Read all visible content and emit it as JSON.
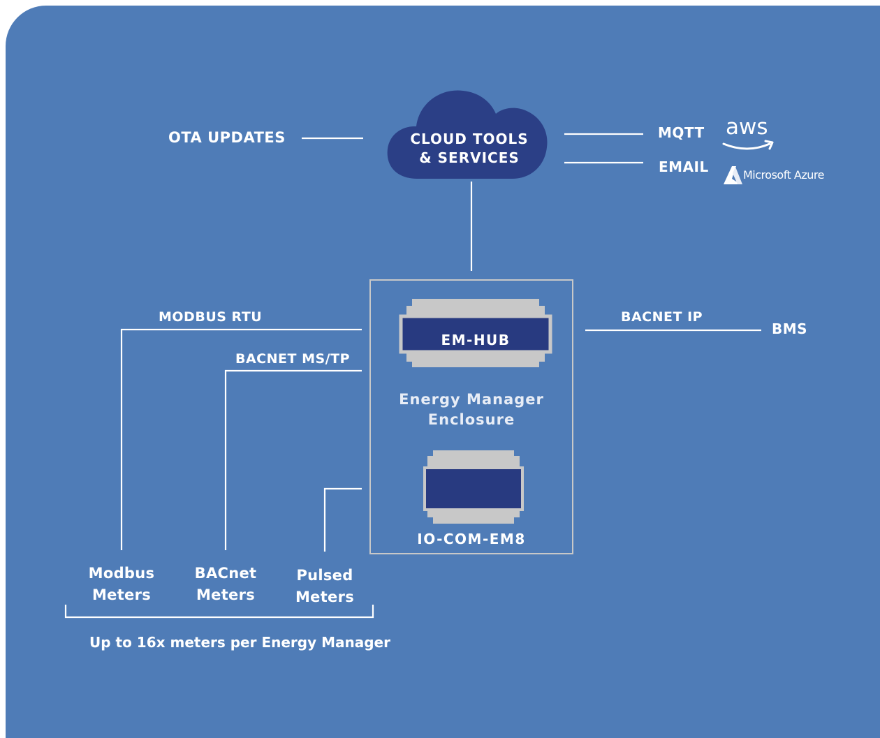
{
  "cloud": {
    "line1": "CLOUD TOOLS",
    "line2": "& SERVICES"
  },
  "labels": {
    "ota": "OTA UPDATES",
    "mqtt": "MQTT",
    "email": "EMAIL",
    "modbus_rtu": "MODBUS RTU",
    "bacnet_mstp": "BACNET MS/TP",
    "bacnet_ip": "BACNET IP",
    "bms": "BMS"
  },
  "logos": {
    "aws": "aws",
    "azure": "Microsoft Azure"
  },
  "enclosure": {
    "hub_label": "EM-HUB",
    "title_line1": "Energy Manager",
    "title_line2": "Enclosure",
    "io_label": "IO-COM-EM8"
  },
  "meters": [
    {
      "line1": "Modbus",
      "line2": "Meters"
    },
    {
      "line1": "BACnet",
      "line2": "Meters"
    },
    {
      "line1": "Pulsed",
      "line2": "Meters"
    }
  ],
  "footnote": "Up to 16x meters per Energy Manager",
  "colors": {
    "background": "#4f7cb7",
    "cloud": "#2b3f86",
    "module_face": "#283a80",
    "module_case": "#c8c8c8",
    "lines": "#ffffff"
  },
  "icons": [
    "cloud-icon",
    "aws-logo-icon",
    "azure-logo-icon"
  ]
}
